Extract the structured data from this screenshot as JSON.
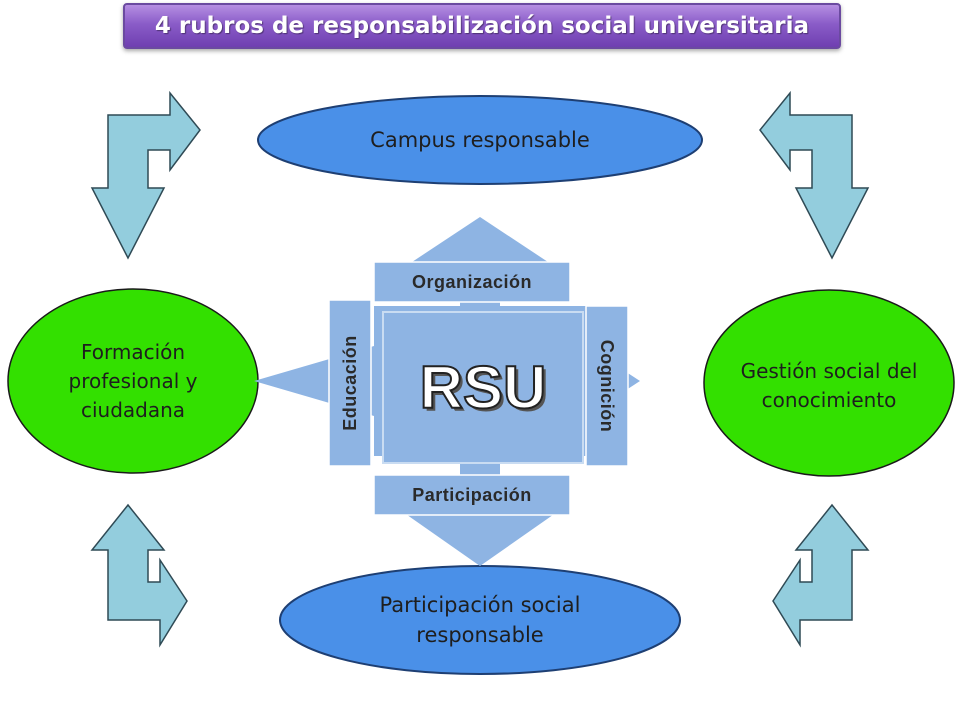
{
  "title": "4 rubros de responsabilización social universitaria",
  "center": {
    "label": "RSU",
    "bands": {
      "top": "Organización",
      "bottom": "Participación",
      "left": "Educación",
      "right": "Cognición"
    }
  },
  "nodes": {
    "top": {
      "line1": "Campus responsable"
    },
    "bottom": {
      "line1": "Participación social",
      "line2": "responsable"
    },
    "left": {
      "line1": "Formación",
      "line2": "profesional y",
      "line3": "ciudadana"
    },
    "right": {
      "line1": "Gestión social del",
      "line2": "conocimiento"
    }
  },
  "colors": {
    "title_bg": "#8a5cc8",
    "blue_ellipse": "#4a90e8",
    "green_ellipse": "#33e000",
    "center_fill": "#8eb4e3",
    "corner_arrow": "#93cddd"
  }
}
